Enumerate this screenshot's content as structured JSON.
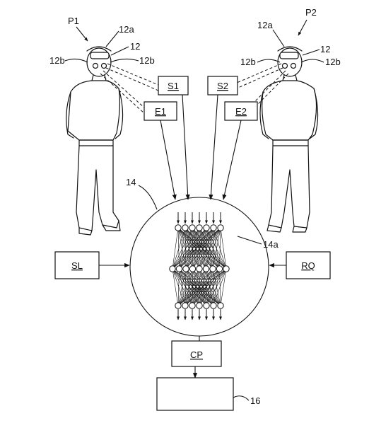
{
  "persons": {
    "p1": "P1",
    "p2": "P2"
  },
  "headset": {
    "id": "12",
    "part_a": "12a",
    "part_b": "12b"
  },
  "sensors": {
    "s1": "S1",
    "s2": "S2",
    "e1": "E1",
    "e2": "E2"
  },
  "network": {
    "id": "14",
    "core": "14a"
  },
  "inputs": {
    "sl": "SL",
    "rq": "RQ"
  },
  "output": {
    "cp": "CP",
    "device": "16"
  }
}
